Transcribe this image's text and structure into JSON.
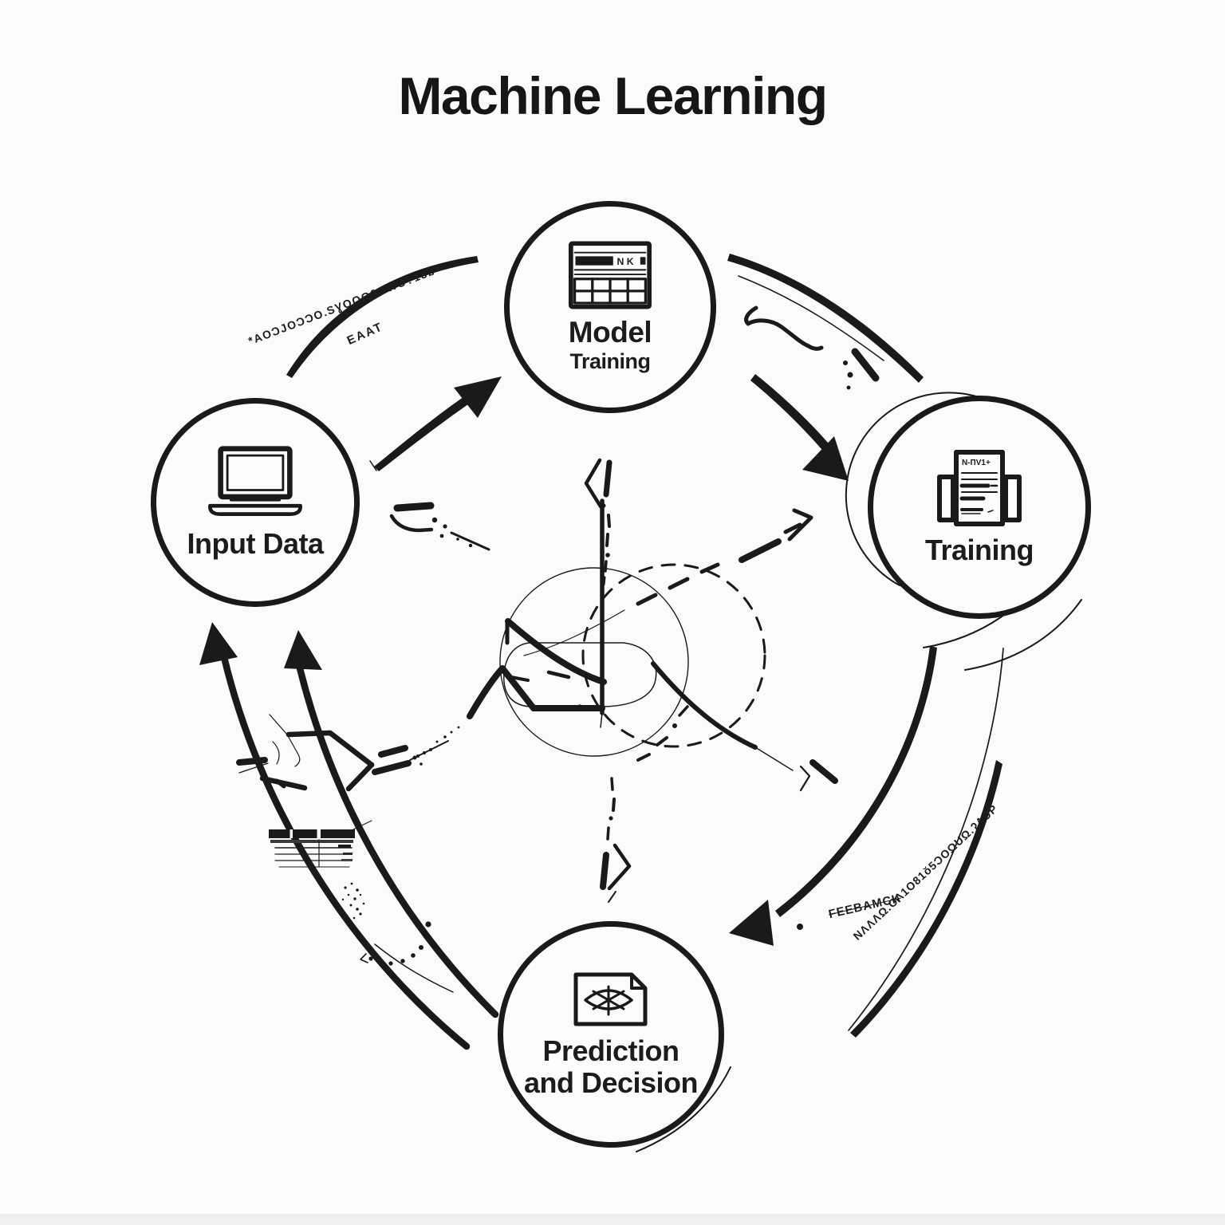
{
  "title": "Machine Learning",
  "colors": {
    "ink": "#1a1a1a",
    "background": "#fcfbfb"
  },
  "nodes": [
    {
      "id": "model-training",
      "label": "Model",
      "sublabel": "Training",
      "icon": "table-grid-icon",
      "icon_marks": "N K"
    },
    {
      "id": "training",
      "label": "Training",
      "icon": "printer-document-icon",
      "icon_marks": "N-ПV1+"
    },
    {
      "id": "prediction",
      "label": "Prediction",
      "sublabel": "and Decision",
      "icon": "pie-document-icon"
    },
    {
      "id": "input-data",
      "label": "Input Data",
      "icon": "laptop-icon"
    }
  ],
  "scribbles": {
    "top_left_short": "EAAT",
    "top_left_long": "*AOƆJOƆƆO.SƔOOΩ9ΔWƆ?13b",
    "feedback_short": "FEEBAMCK",
    "feedback_long": "ΝΛΛΛΩ.ΟΛ1Ο81ŏ5ƆΟΩUΩ.ʔΛƆΡ"
  }
}
